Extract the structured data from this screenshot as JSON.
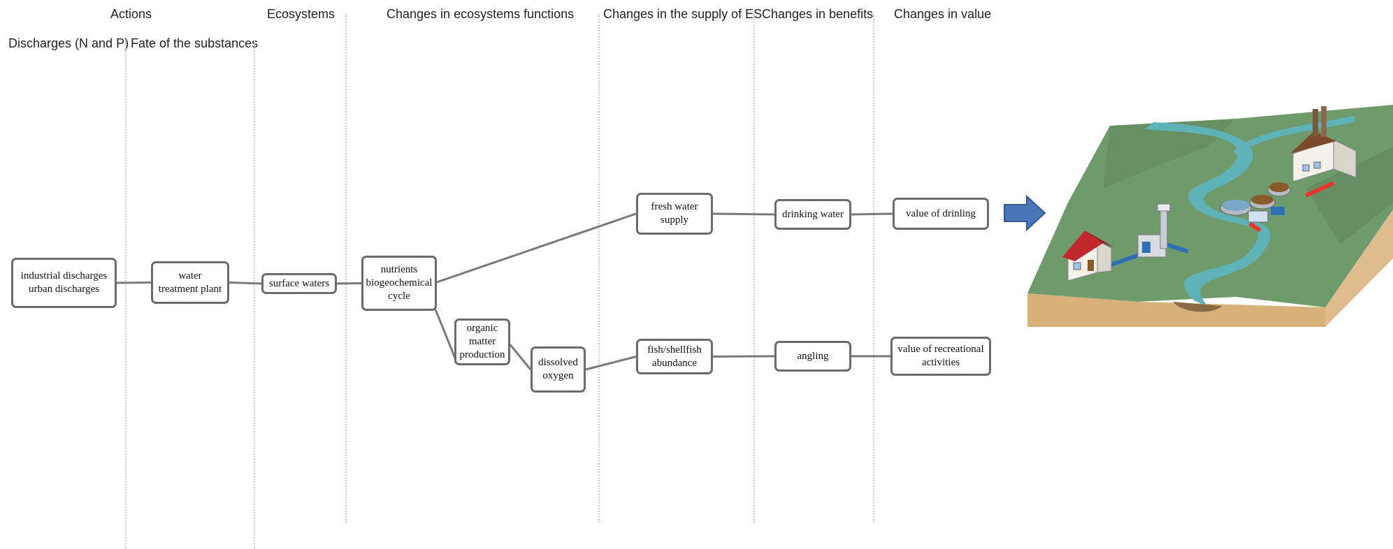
{
  "headers": {
    "actions": "Actions",
    "ecosystems": "Ecosystems",
    "changes_functions": "Changes in ecosystems functions",
    "changes_supply": "Changes in the supply of ES",
    "changes_benefits": "Changes in benefits",
    "changes_value": "Changes in value",
    "discharges": "Discharges (N and P)",
    "fate": "Fate of the substances"
  },
  "nodes": {
    "discharges": [
      "industrial discharges",
      "urban discharges"
    ],
    "treatment": [
      "water",
      "treatment plant"
    ],
    "surface": [
      "surface waters"
    ],
    "nutrients": [
      "nutrients",
      "biogeochemical",
      "cycle"
    ],
    "organic": [
      "organic",
      "matter",
      "production"
    ],
    "oxygen": [
      "dissolved",
      "oxygen"
    ],
    "fresh": [
      "fresh water",
      "supply"
    ],
    "fish": [
      "fish/shellfish",
      "abundance"
    ],
    "drinking": [
      "drinking water"
    ],
    "angling": [
      "angling"
    ],
    "value_drinking": [
      "value of drinling"
    ],
    "value_recreation": [
      "value of recreational",
      "activities"
    ]
  },
  "edges": [
    [
      "discharges",
      "treatment"
    ],
    [
      "treatment",
      "surface"
    ],
    [
      "surface",
      "nutrients"
    ],
    [
      "nutrients",
      "fresh"
    ],
    [
      "nutrients",
      "organic"
    ],
    [
      "organic",
      "oxygen"
    ],
    [
      "oxygen",
      "fish"
    ],
    [
      "fresh",
      "drinking"
    ],
    [
      "drinking",
      "value_drinking"
    ],
    [
      "fish",
      "angling"
    ],
    [
      "angling",
      "value_recreation"
    ]
  ],
  "colors": {
    "node_border": "#6b6b6b",
    "edge": "#7a7a7a",
    "arrow": "#4a76b8",
    "grass": "#6f9a6c",
    "soil": "#d8b079",
    "river": "#5fb3b8"
  }
}
